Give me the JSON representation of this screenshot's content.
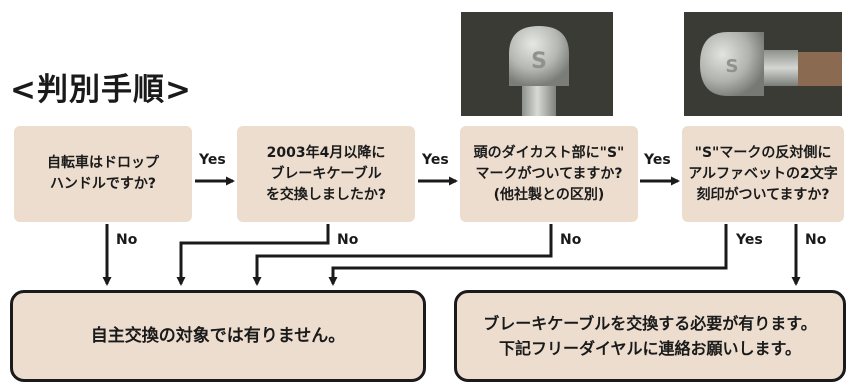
{
  "title": "<判別手順>",
  "steps": [
    {
      "lines": [
        "自転車はドロップ",
        "ハンドルですか?"
      ]
    },
    {
      "lines": [
        "2003年4月以降に",
        "ブレーキケーブル",
        "を交換しましたか?"
      ]
    },
    {
      "lines": [
        "頭のダイカスト部に\"S\"",
        "マークがついてますか?",
        "(他社製との区別)"
      ]
    },
    {
      "lines": [
        "\"S\"マークの反対側に",
        "アルファベットの2文字",
        "刻印がついてますか?"
      ]
    }
  ],
  "labels": {
    "yes": "Yes",
    "no": "No"
  },
  "results": {
    "left": [
      "自主交換の対象では有りません。"
    ],
    "right": [
      "ブレーキケーブルを交換する必要が有ります。",
      "下記フリーダイヤルに連絡お願いします。"
    ]
  },
  "colors": {
    "box_fill": "#ecddcf",
    "line": "#1a1a1a",
    "photo_bg": "#3b3b36"
  }
}
